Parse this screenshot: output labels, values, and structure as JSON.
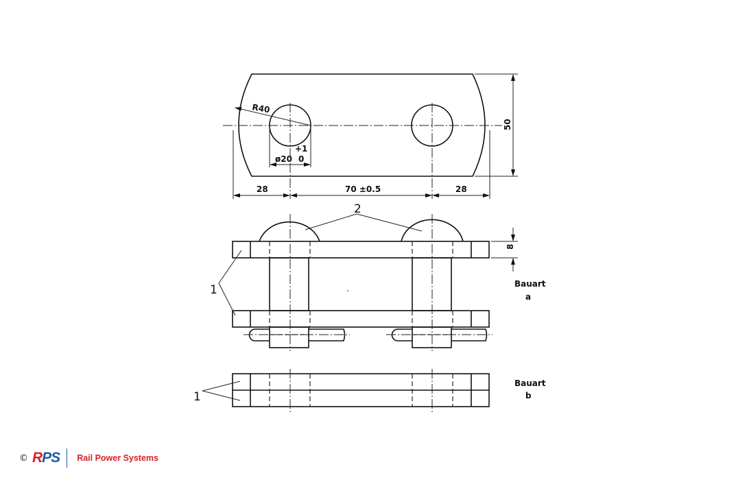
{
  "drawing": {
    "top_view": {
      "radius_label": "R40",
      "hole_diameter_label": "ø20",
      "hole_tol_upper": "+1",
      "hole_tol_lower": "0",
      "dim_left": "28",
      "dim_center": "70 ±0.5",
      "dim_right": "28",
      "dim_height": "50"
    },
    "side_view_a": {
      "part_label_1": "1",
      "part_label_2": "2",
      "dim_thickness": "8",
      "variant_title": "Bauart",
      "variant_letter": "a"
    },
    "side_view_b": {
      "part_label_1": "1",
      "variant_title": "Bauart",
      "variant_letter": "b"
    }
  },
  "footer": {
    "copyright": "©",
    "logo_text_r": "R",
    "logo_text_ps": "PS",
    "brand_name": "Rail Power Systems"
  },
  "colors": {
    "brand_blue": "#1a5aa8",
    "brand_red": "#d8202a"
  }
}
